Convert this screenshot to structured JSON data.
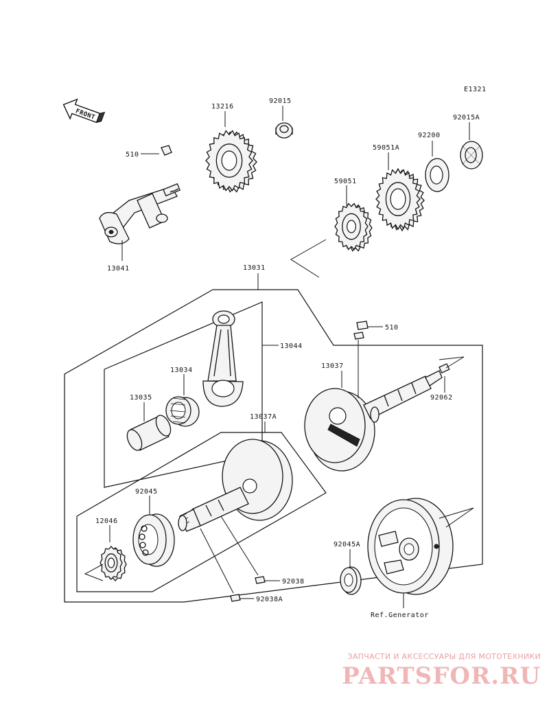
{
  "diagram": {
    "code": "E1321",
    "front_label": "FRONT",
    "ref_label": "Ref.Generator"
  },
  "parts": [
    {
      "id": "p13216",
      "label": "13216"
    },
    {
      "id": "p92015",
      "label": "92015"
    },
    {
      "id": "p92015A",
      "label": "92015A"
    },
    {
      "id": "p92200",
      "label": "92200"
    },
    {
      "id": "p59051A",
      "label": "59051A"
    },
    {
      "id": "p59051",
      "label": "59051"
    },
    {
      "id": "p510a",
      "label": "510"
    },
    {
      "id": "p13041",
      "label": "13041"
    },
    {
      "id": "p13031",
      "label": "13031"
    },
    {
      "id": "p510b",
      "label": "510"
    },
    {
      "id": "p13044",
      "label": "13044"
    },
    {
      "id": "p13034",
      "label": "13034"
    },
    {
      "id": "p13037",
      "label": "13037"
    },
    {
      "id": "p13035",
      "label": "13035"
    },
    {
      "id": "p92062",
      "label": "92062"
    },
    {
      "id": "p13037A",
      "label": "13037A"
    },
    {
      "id": "p92045",
      "label": "92045"
    },
    {
      "id": "p12046",
      "label": "12046"
    },
    {
      "id": "p92045A",
      "label": "92045A"
    },
    {
      "id": "p92038",
      "label": "92038"
    },
    {
      "id": "p92038A",
      "label": "92038A"
    }
  ],
  "watermark": {
    "tagline": "ЗАПЧАСТИ И АКСЕССУАРЫ ДЛЯ МОТОТЕХНИКИ",
    "logo": "PARTSFOR.RU"
  }
}
